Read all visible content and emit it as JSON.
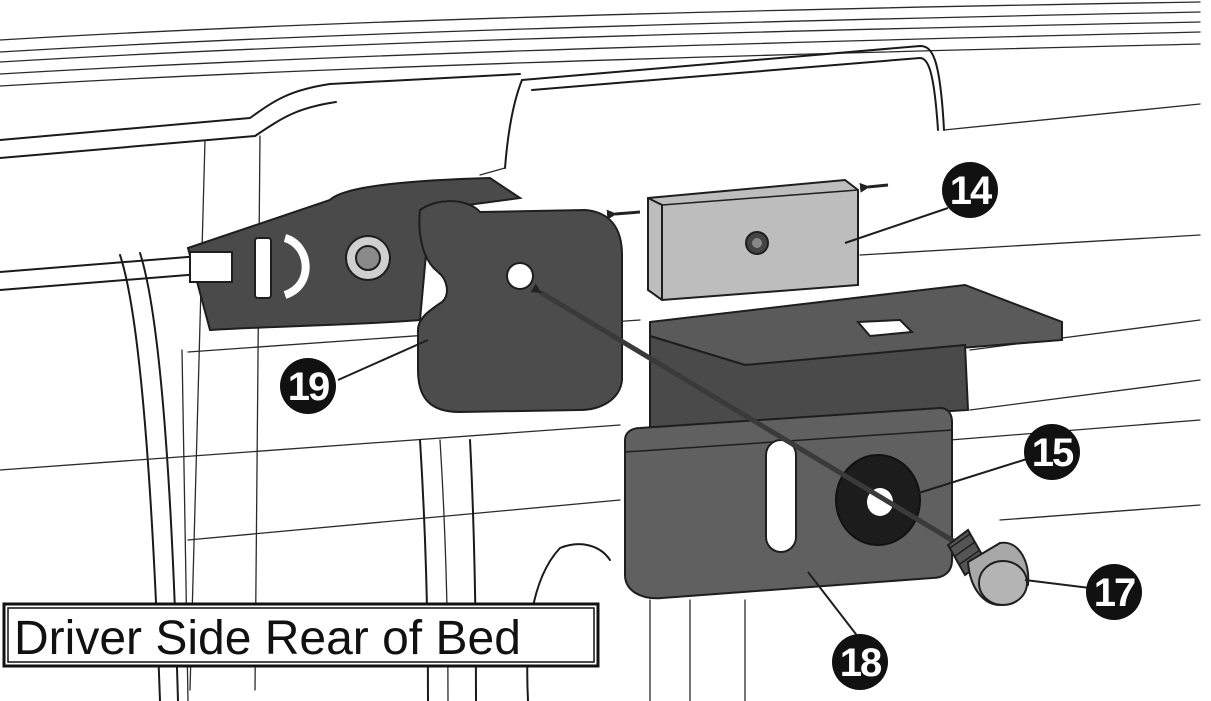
{
  "caption": "Driver Side Rear of Bed",
  "callouts": [
    {
      "id": "c14",
      "label": "14"
    },
    {
      "id": "c15",
      "label": "15"
    },
    {
      "id": "c17",
      "label": "17"
    },
    {
      "id": "c18",
      "label": "18"
    },
    {
      "id": "c19",
      "label": "19"
    }
  ],
  "colors": {
    "bracket": "#4a4a4a",
    "bracket_edge": "#1e1e1e",
    "spacer_plate": "#b9b9b9",
    "bolt": "#a8a8a8",
    "washer": "#202020",
    "callout_fill": "#111111",
    "line": "#222222"
  }
}
